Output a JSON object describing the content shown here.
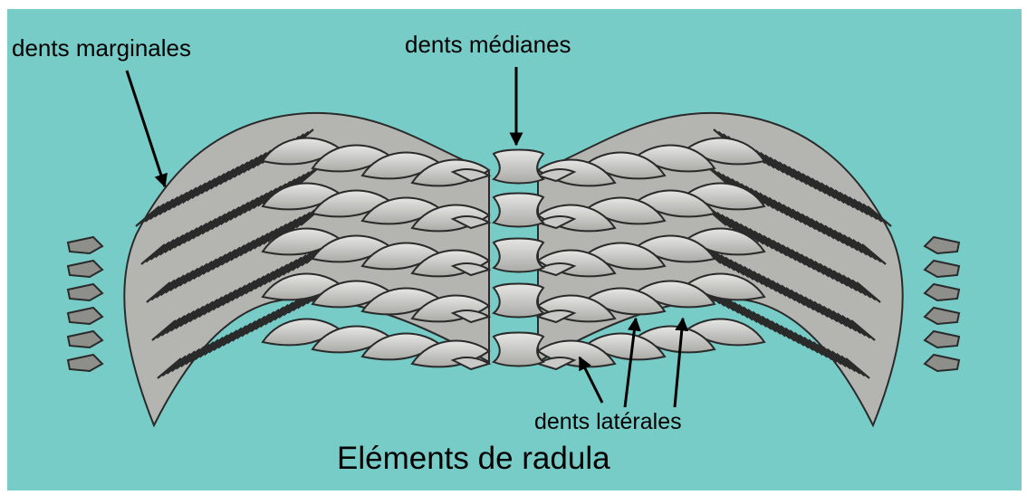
{
  "labels": {
    "marginal": "dents marginales",
    "median": "dents médianes",
    "lateral": "dents latérales"
  },
  "title": "Eléments de radula",
  "colors": {
    "background": "#78ccc8",
    "tooth_fill": "#c9c9c7",
    "tooth_outline": "#2a2a2a",
    "label_text": "#000000"
  }
}
